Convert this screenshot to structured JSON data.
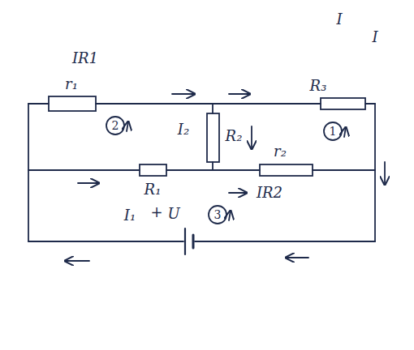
{
  "diagram": {
    "labels": [
      "IR1",
      "I",
      "I",
      "r₁",
      "R₃",
      "2",
      "I₂",
      "R₂",
      "r₂",
      "1",
      "R₁",
      "IR2",
      "I₁",
      "+",
      "U",
      "3"
    ]
  }
}
